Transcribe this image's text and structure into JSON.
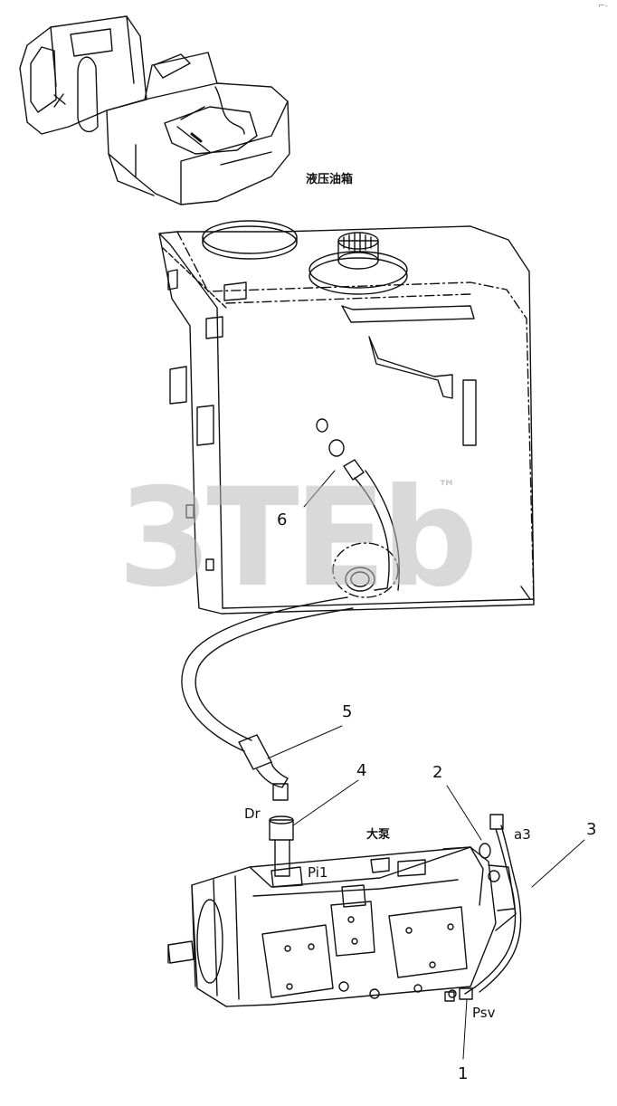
{
  "labels": {
    "tank_cn": "液压油箱",
    "pump_cn": "大泵",
    "dr": "Dr",
    "pi1": "Pi1",
    "a3": "a3",
    "psv": "Psv",
    "n1": "1",
    "n2": "2",
    "n3": "3",
    "n4": "4",
    "n5": "5",
    "n6": "6"
  },
  "watermark": {
    "text": "3TEb",
    "tm": "™"
  },
  "corner_mark": "⌐-"
}
